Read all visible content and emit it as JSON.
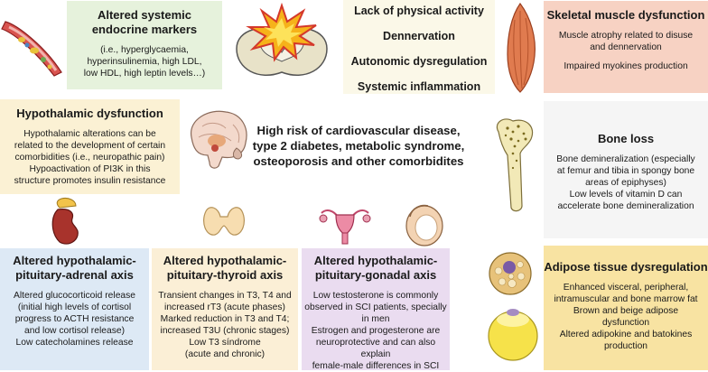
{
  "endocrine": {
    "title_lines": [
      "Altered systemic",
      "endocrine markers"
    ],
    "body_lines": [
      "(i.e., hyperglycaemia,",
      "hyperinsulinemia, high LDL,",
      "low HDL, high leptin levels…)"
    ]
  },
  "causes": {
    "items": [
      "Lack of physical activity",
      "Dennervation",
      "Autonomic dysregulation",
      "Systemic inflammation"
    ]
  },
  "muscle": {
    "title": "Skeletal muscle dysfunction",
    "body_lines": [
      "Muscle atrophy related to disuse",
      "and dennervation"
    ],
    "body2": "Impaired myokines production"
  },
  "hypothalamic": {
    "title": "Hypothalamic dysfunction",
    "body_lines": [
      "Hypothalamic alterations can be",
      "related to the development of certain",
      "comorbidities (i.e., neuropathic pain)",
      "Hypoactivation of PI3K in this",
      "structure promotes insulin resistance"
    ]
  },
  "central": {
    "lines": [
      "High risk of cardiovascular disease,",
      "type 2 diabetes, metabolic syndrome,",
      "osteoporosis and other comorbidites"
    ]
  },
  "bone": {
    "title": "Bone loss",
    "body_lines": [
      "Bone demineralization (especially",
      "at femur and tibia in spongy bone",
      "areas of epiphyses)",
      "Low levels of vitamin D can",
      "accelerate bone demineralization"
    ]
  },
  "hpa": {
    "title_lines": [
      "Altered hypothalamic-",
      "pituitary-adrenal axis"
    ],
    "body_lines": [
      "Altered glucocorticoid release",
      "(initial high levels of cortisol",
      "progress to ACTH resistance",
      "and low cortisol release)",
      "Low catecholamines release"
    ]
  },
  "hpt": {
    "title_lines": [
      "Altered hypothalamic-",
      "pituitary-thyroid axis"
    ],
    "body_lines": [
      "Transient changes in T3, T4 and",
      "increased rT3 (acute phases)",
      "Marked reduction in T3 and T4;",
      "increased T3U (chronic stages)",
      "Low T3 síndrome",
      "(acute and chronic)"
    ]
  },
  "hpg": {
    "title_lines": [
      "Altered hypothalamic-",
      "pituitary-gonadal axis"
    ],
    "body_lines": [
      "Low testosterone is commonly",
      "observed in SCI patients, specially",
      "in men",
      "Estrogen and progesterone are",
      "neuroprotective and can also explain",
      "female-male differences in SCI"
    ]
  },
  "adipose": {
    "title": "Adipose tissue dysregulation",
    "body_lines": [
      "Enhanced visceral, peripheral,",
      "intramuscular and bone marrow fat",
      "Brown and beige adipose",
      "dysfunction",
      "Altered adipokine and batokines",
      "production"
    ]
  },
  "colors": {
    "endocrine": "#e6f2dc",
    "causes": "#fbf8e8",
    "muscle": "#f7d2c3",
    "hypothalamic": "#fbf1d4",
    "bone": "#f5f5f5",
    "hpa": "#dde9f5",
    "hpt": "#fbefd6",
    "hpg": "#eadcf0",
    "adipose": "#f8e3a2"
  },
  "icons": [
    "blood-vessel-icon",
    "spinal-cord-injury-icon",
    "skeletal-muscle-icon",
    "brain-icon",
    "femur-bone-icon",
    "kidney-adrenal-icon",
    "thyroid-icon",
    "uterus-icon",
    "testis-icon",
    "white-adipocyte-icon",
    "brown-adipocyte-icon"
  ]
}
